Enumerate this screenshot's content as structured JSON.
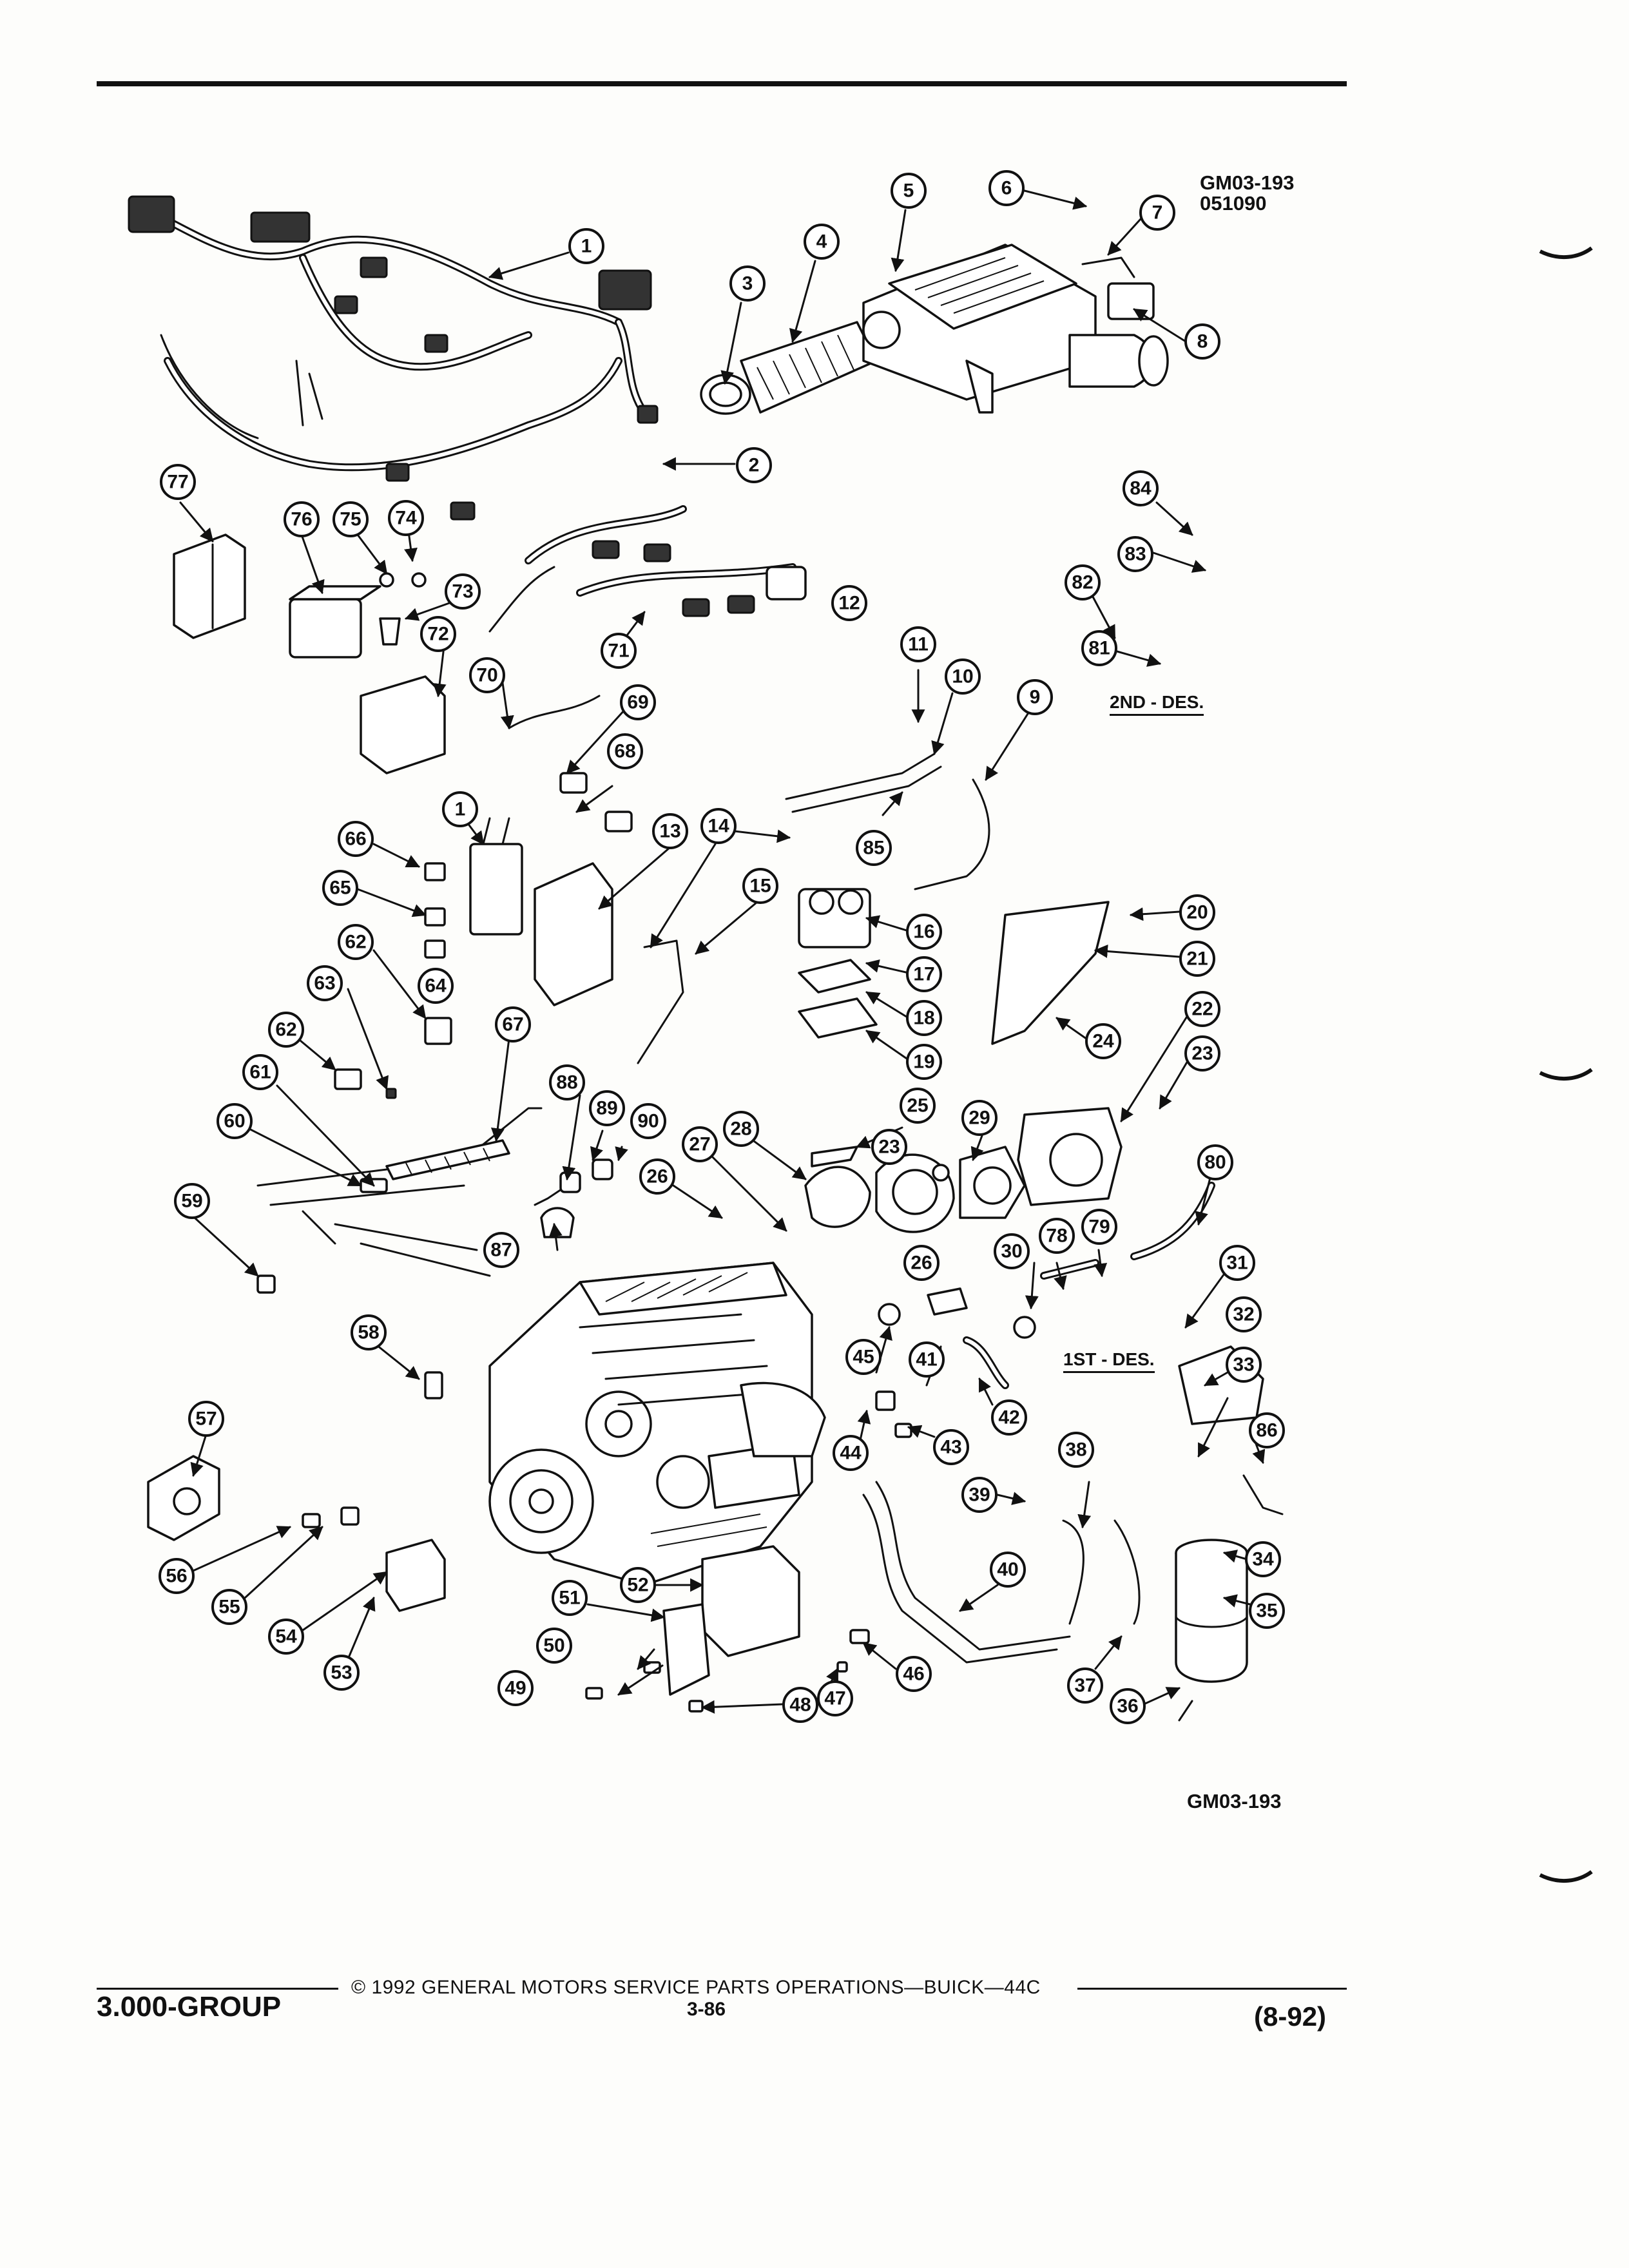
{
  "header": {
    "figure_code": "GM03-193",
    "figure_date": "051090"
  },
  "notes": {
    "second_design": "2ND - DES.",
    "first_design": "1ST - DES."
  },
  "figure_code_bottom": "GM03-193",
  "footer": {
    "group": "3.000-GROUP",
    "copyright": "©  1992  GENERAL MOTORS SERVICE PARTS OPERATIONS—BUICK—44C",
    "page": "3-86",
    "date": "(8-92)"
  },
  "callouts": [
    "1",
    "2",
    "3",
    "4",
    "5",
    "6",
    "7",
    "8",
    "9",
    "10",
    "11",
    "12",
    "13",
    "14",
    "15",
    "16",
    "17",
    "18",
    "19",
    "20",
    "21",
    "22",
    "23",
    "23",
    "24",
    "25",
    "26",
    "26",
    "27",
    "28",
    "29",
    "30",
    "31",
    "32",
    "33",
    "34",
    "35",
    "36",
    "37",
    "38",
    "39",
    "40",
    "41",
    "42",
    "43",
    "44",
    "45",
    "46",
    "47",
    "48",
    "49",
    "50",
    "51",
    "52",
    "53",
    "54",
    "55",
    "56",
    "57",
    "58",
    "59",
    "60",
    "61",
    "62",
    "62",
    "63",
    "64",
    "65",
    "66",
    "67",
    "68",
    "69",
    "70",
    "71",
    "72",
    "73",
    "74",
    "75",
    "76",
    "77",
    "78",
    "79",
    "80",
    "81",
    "82",
    "83",
    "84",
    "85",
    "86",
    "87",
    "88",
    "89",
    "90",
    "1"
  ]
}
